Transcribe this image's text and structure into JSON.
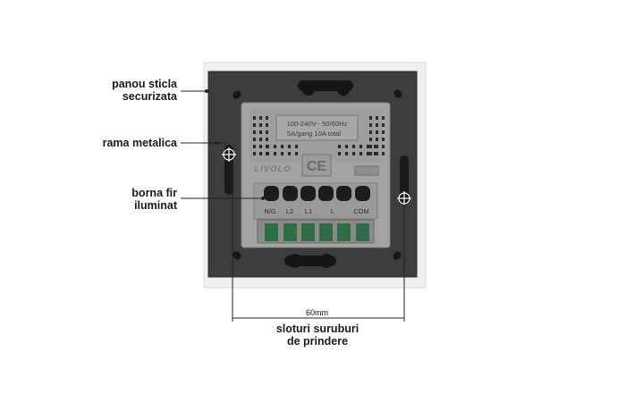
{
  "callouts": {
    "glass_panel": [
      "panou sticla",
      "securizata"
    ],
    "metal_frame": "rama metalica",
    "lit_terminal": [
      "borna fir",
      "iluminat"
    ],
    "mount_slots": [
      "sloturi suruburi",
      "de prindere"
    ]
  },
  "dimension": "60mm",
  "module": {
    "rating_line1": "100-240V~ 50/60Hz",
    "rating_line2": "5A/gang 10A total",
    "brand": "LIVOLO",
    "ce_mark": "CE",
    "terminals": [
      "N/G",
      "L2",
      "L1",
      "L",
      "COM"
    ]
  },
  "colors": {
    "frame": "#3d3c3f",
    "glass_border": "#e9eaea",
    "module": "#a2a2a2",
    "module_dark": "#8c8c8c",
    "terminal_green": "#2f6d44"
  }
}
